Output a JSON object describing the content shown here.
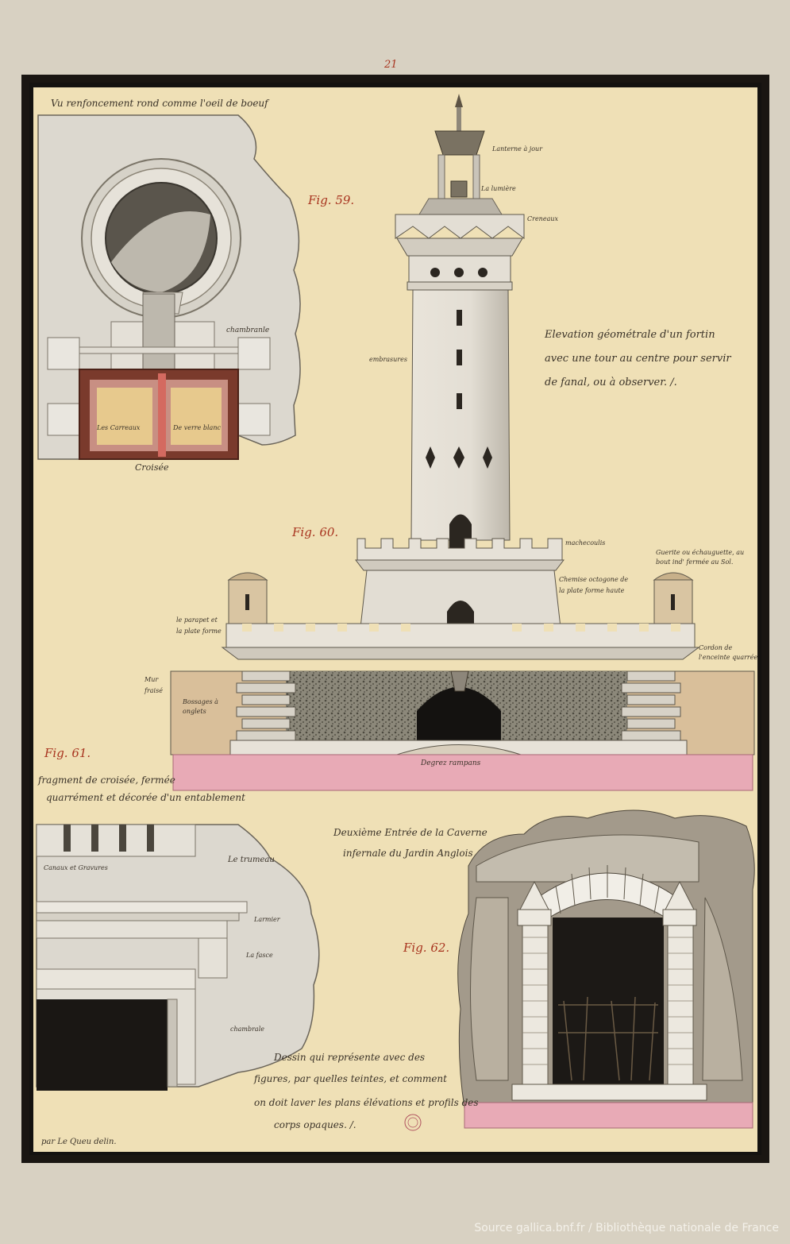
{
  "page": {
    "number": "21"
  },
  "fig59": {
    "heading": "Vu renfoncement rond comme l'oeil de boeuf",
    "number": "Fig. 59.",
    "label_chambranle": "chambranle",
    "label_carreaux": "Les Carreaux",
    "label_verre": "De verre blanc",
    "label_croisee": "Croisée"
  },
  "fig60": {
    "number": "Fig. 60.",
    "title_lines": [
      "Elevation géométrale d'un fortin",
      "avec une tour au centre pour servir",
      "de fanal, ou à observer. /."
    ],
    "label_lanterne": "Lanterne à jour",
    "label_lumiere": "La lumière",
    "label_creneaux": "Creneaux",
    "label_embrasures": "embrasures",
    "label_machecoulis": "machecoulis",
    "label_chemisee": [
      "Chemise octogone de",
      "la plate forme haute"
    ],
    "label_guerite": [
      "Guerite ou échauguette, au",
      "bout ind' fermée au Sol."
    ],
    "label_parapet": [
      "le parapet et",
      "la plate forme"
    ],
    "label_cordon": [
      "Cordon de",
      "l'enceinte quarrée"
    ],
    "label_mur": [
      "Mur",
      "fraisé"
    ],
    "label_bossages": [
      "Bossages à",
      "onglets"
    ],
    "label_degrez": "Degrez rampans"
  },
  "fig61": {
    "number": "Fig. 61.",
    "caption_lines": [
      "fragment de croisée, fermée",
      "quarrément et décorée d'un entablement"
    ],
    "label_canaux": "Canaux et Gravures",
    "label_trumeau": "Le trumeau",
    "label_larmier": "Larmier",
    "label_fasce": "La fasce",
    "label_chambrale": "chambrale"
  },
  "fig62": {
    "number": "Fig. 62.",
    "caption_lines": [
      "Deuxième Entrée de la Caverne",
      "infernale du Jardin Anglois"
    ]
  },
  "note": {
    "lines": [
      "Dessin qui représente avec des",
      "figures, par quelles teintes, et comment",
      "on doit laver les plans élévations et profils des",
      "corps opaques. /."
    ],
    "signature": "par Le Queu delin."
  },
  "footer": {
    "source": "Source gallica.bnf.fr  /  Bibliothèque nationale de France"
  },
  "colors": {
    "paper": "#efe0b6",
    "border": "#1a1612",
    "figure_numbers": "#a8341f",
    "ground_pink": "#e8aab6"
  }
}
